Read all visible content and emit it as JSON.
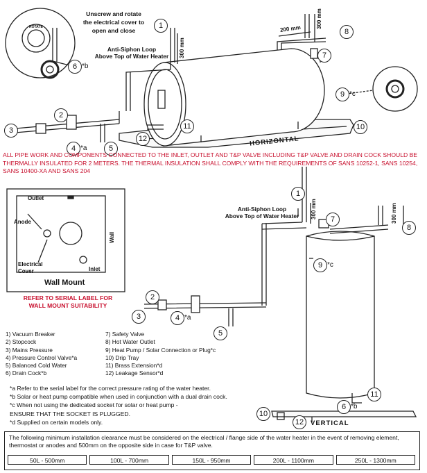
{
  "top_note": [
    "Unscrew and rotate",
    "the electrical cover to",
    "open and close"
  ],
  "rotate_label": "ROTATE",
  "anti_siphon": [
    "Anti-Siphon Loop",
    "Above Top of Water Heater"
  ],
  "dim_300": "300 mm",
  "dim_200": "200 mm",
  "horizontal": "HORIZONTAL",
  "vertical": "VERTICAL",
  "warning": "ALL PIPE WORK AND COMPONENTS CONNECTED TO THE INLET, OUTLET AND T&P VALVE INCLUDING T&P VALVE AND DRAIN COCK SHOULD BE THERMALLY INSULATED FOR 2 METERS. THE THERMAL INSULATION SHALL COMPLY WITH THE REQUIREMENTS OF SANS 10252-1, SANS 10254, SANS 10400-XA AND SANS 204",
  "wall_mount": {
    "outlet": "Outlet",
    "anode": "Anode",
    "wall": "Wall",
    "electrical_cover": [
      "Electrical",
      "Cover"
    ],
    "inlet": "Inlet",
    "title": "Wall Mount",
    "refer": [
      "REFER TO SERIAL LABEL FOR",
      "WALL MOUNT SUITABILITY"
    ]
  },
  "legend_left": [
    "1) Vacuum Breaker",
    "2) Stopcock",
    "3) Mains Pressure",
    "4) Pressure Control Valve*a",
    "5) Balanced Cold Water",
    "6) Drain Cock*b"
  ],
  "legend_right": [
    "7) Safety Valve",
    "8) Hot Water Outlet",
    "9) Heat Pump / Solar Connection or Plug*c",
    "10) Drip Tray",
    "11) Brass Extension*d",
    "12) Leakage Sensor*d"
  ],
  "notes": [
    "*a Refer to the serial label for the correct pressure rating of the water heater.",
    "*b Solar or heat pump compatible when used in conjunction with a dual drain cock.",
    "*c  When not using the dedicated socket for solar or heat pump -",
    "      ENSURE THAT THE SOCKET IS PLUGGED.",
    "*d Supplied on certain models only."
  ],
  "clearance_text": "The following minimum installation clearance must be considered on the electrical / flange side of the water heater in the event of removing element, thermostat or anodes and 500mm on the opposite side in case for T&P valve.",
  "clearance": [
    "50L - 500mm",
    "100L - 700mm",
    "150L - 950mm",
    "200L - 1100mm",
    "250L - 1300mm"
  ],
  "callouts": {
    "n1": "1",
    "n2": "2",
    "n3": "3",
    "n4": "4",
    "n4a": "*a",
    "n5": "5",
    "n6": "6",
    "n6b": "*b",
    "n7": "7",
    "n8": "8",
    "n9": "9",
    "n9c": "*c",
    "n10": "10",
    "n11": "11",
    "n12": "12"
  }
}
